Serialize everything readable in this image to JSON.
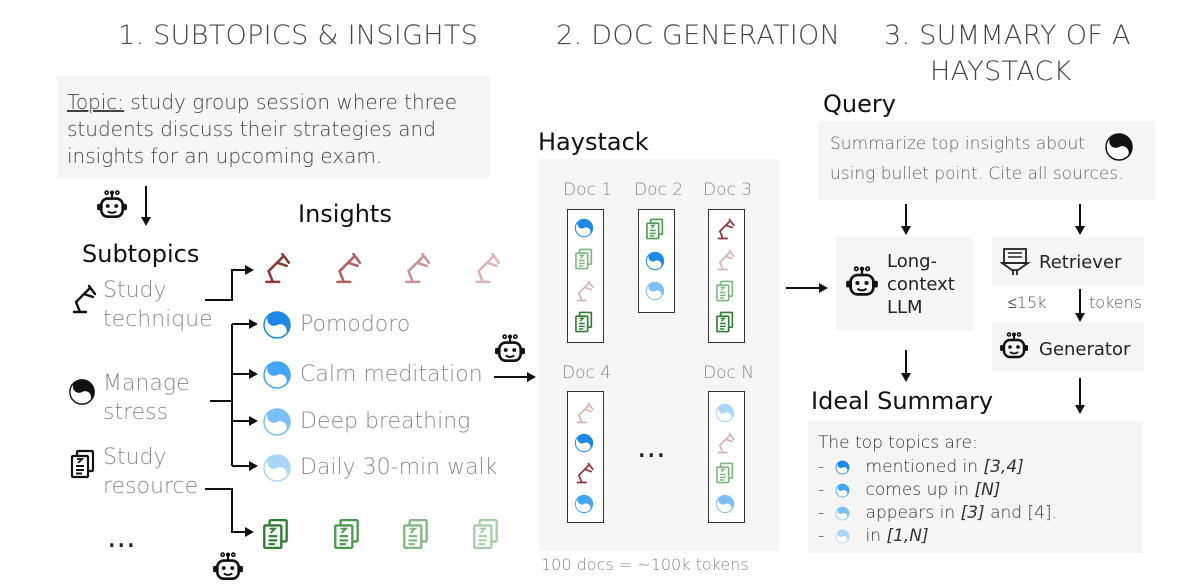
{
  "headers": {
    "step1": "1. SUBTOPICS & INSIGHTS",
    "step2": "2. DOC GENERATION",
    "step3_line1": "3. SUMMARY OF A",
    "step3_line2": "HAYSTACK"
  },
  "topic": {
    "prefix": "Topic:",
    "lines": [
      " study group session where three",
      "students discuss their strategies and",
      "insights for an upcoming exam."
    ]
  },
  "subtopics": {
    "title": "Subtopics",
    "items": [
      {
        "line1": "Study",
        "line2": "technique",
        "icon": "lamp-icon"
      },
      {
        "line1": "Manage",
        "line2": "stress",
        "icon": "yin-yang-icon"
      },
      {
        "line1": "Study",
        "line2": "resource",
        "icon": "document-icon"
      }
    ],
    "more": "..."
  },
  "insights": {
    "title": "Insights",
    "items": [
      "Pomodoro",
      "Calm meditation",
      "Deep breathing",
      "Daily 30-min walk"
    ]
  },
  "haystack": {
    "title": "Haystack",
    "docs": [
      "Doc 1",
      "Doc 2",
      "Doc 3",
      "Doc 4",
      "Doc N"
    ],
    "ellipsis": "...",
    "footer": "100 docs = ~100k tokens"
  },
  "query": {
    "title": "Query",
    "line1": "Summarize top insights about",
    "line2": "using bullet point. Cite all sources."
  },
  "long_context": {
    "lines": [
      "Long-",
      "context",
      "LLM"
    ]
  },
  "retriever": {
    "label": "Retriever",
    "token_note": "≤15k",
    "tokens": "tokens"
  },
  "generator": {
    "label": "Generator"
  },
  "summary": {
    "title": "Ideal Summary",
    "intro": "The top topics are:",
    "bullets": [
      {
        "dash": "-",
        "text": " mentioned in ",
        "cite": "[3,4]",
        "tail": ""
      },
      {
        "dash": "-",
        "text": " comes up in ",
        "cite": "[N]",
        "tail": ""
      },
      {
        "dash": "-",
        "text": " appears in ",
        "cite": "[3]",
        "tail": " and [4]."
      },
      {
        "dash": "-",
        "text": " in ",
        "cite": "[1,N]",
        "tail": ""
      }
    ]
  },
  "colors": {
    "lamp_shades": [
      "#8b3a3a",
      "#b06060",
      "#c99494",
      "#dcb5b5"
    ],
    "doc_shades": [
      "#2e7d32",
      "#4c9a4f",
      "#7fb77f",
      "#a8cfa8"
    ],
    "blue_shades": [
      "#1e88e5",
      "#42a5f5",
      "#7bc0f5",
      "#a9d6f8"
    ]
  }
}
